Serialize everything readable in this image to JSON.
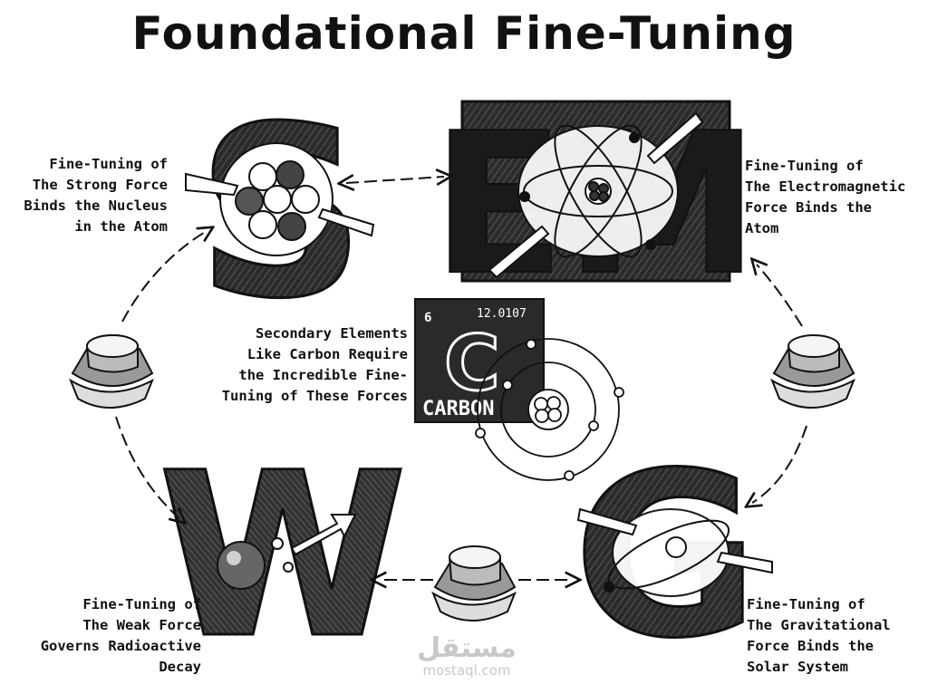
{
  "title": "Foundational Fine-Tuning",
  "captions": {
    "strong": "Fine-Tuning of\nThe Strong Force\nBinds the Nucleus\nin the Atom",
    "electromagnetic": "Fine-Tuning of\nThe Electromagnetic\nForce Binds the\nAtom",
    "carbon": "Secondary Elements\nLike Carbon Require\nthe Incredible Fine-\nTuning of These Forces",
    "weak": "Fine-Tuning of\nThe Weak Force\nGoverns Radioactive\nDecay",
    "gravitational": "Fine-Tuning of\nThe Gravitational\nForce Binds the\nSolar System"
  },
  "letters": {
    "strong": "S",
    "electromagnetic": "EM",
    "weak": "W",
    "gravitational": "G"
  },
  "carbon_tile": {
    "atomic_mass": "12.0107",
    "symbol": "C",
    "name": "CARBON",
    "atomic_number": "6"
  },
  "watermark": {
    "arabic": "مستقل",
    "latin": "mostaql.com"
  },
  "colors": {
    "ink": "#111111",
    "paper": "#ffffff",
    "shade": "#3a3a3a",
    "watermark": "#c8c8c8"
  }
}
